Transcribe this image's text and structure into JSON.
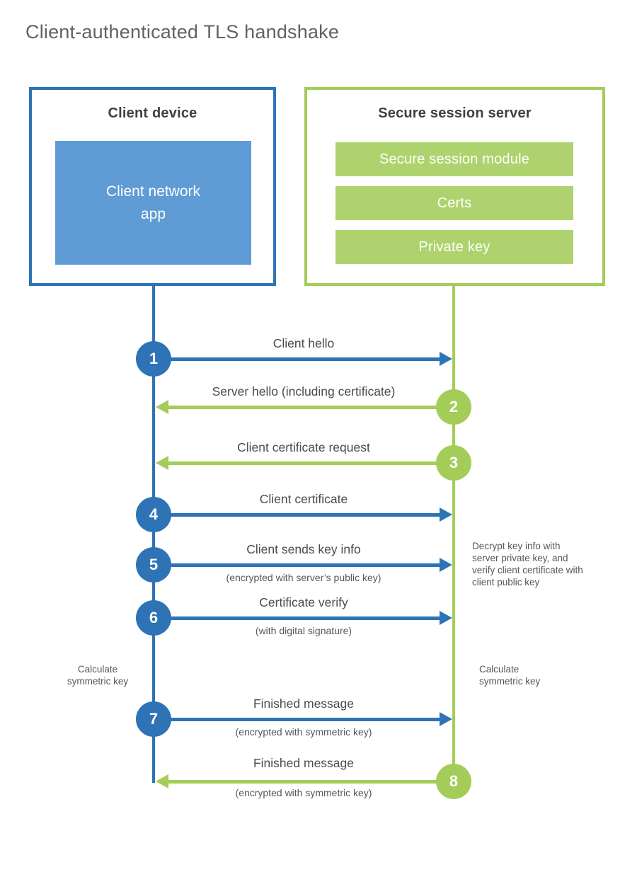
{
  "page": {
    "title": "Client-authenticated TLS handshake"
  },
  "client_box": {
    "title": "Client device",
    "app_label": "Client network\napp"
  },
  "server_box": {
    "title": "Secure session server",
    "modules": [
      "Secure session module",
      "Certs",
      "Private key"
    ]
  },
  "steps": [
    {
      "num": "1",
      "label": "Client hello",
      "sub": "",
      "direction": "right",
      "color": "blue"
    },
    {
      "num": "2",
      "label": "Server hello (including certificate)",
      "sub": "",
      "direction": "left",
      "color": "green"
    },
    {
      "num": "3",
      "label": "Client certificate request",
      "sub": "",
      "direction": "left",
      "color": "green"
    },
    {
      "num": "4",
      "label": "Client certificate",
      "sub": "",
      "direction": "right",
      "color": "blue"
    },
    {
      "num": "5",
      "label": "Client sends key info",
      "sub": "(encrypted with server’s public key)",
      "direction": "right",
      "color": "blue"
    },
    {
      "num": "6",
      "label": "Certificate verify",
      "sub": "(with digital signature)",
      "direction": "right",
      "color": "blue"
    },
    {
      "num": "7",
      "label": "Finished message",
      "sub": "(encrypted with symmetric key)",
      "direction": "right",
      "color": "blue"
    },
    {
      "num": "8",
      "label": "Finished message",
      "sub": "(encrypted with symmetric key)",
      "direction": "left",
      "color": "green"
    }
  ],
  "annotations": {
    "decrypt_note": "Decrypt key info with server private key, and verify client certificate with client public key",
    "calc_left": "Calculate symmetric key",
    "calc_right": "Calculate symmetric key"
  },
  "colors": {
    "blue": "#2e73b5",
    "light_blue": "#5f9bd4",
    "green": "#a3cd58",
    "light_green": "#aed36e",
    "heading_text": "#3f4043",
    "label_text": "#4a4b4d",
    "title_text": "#606265"
  }
}
